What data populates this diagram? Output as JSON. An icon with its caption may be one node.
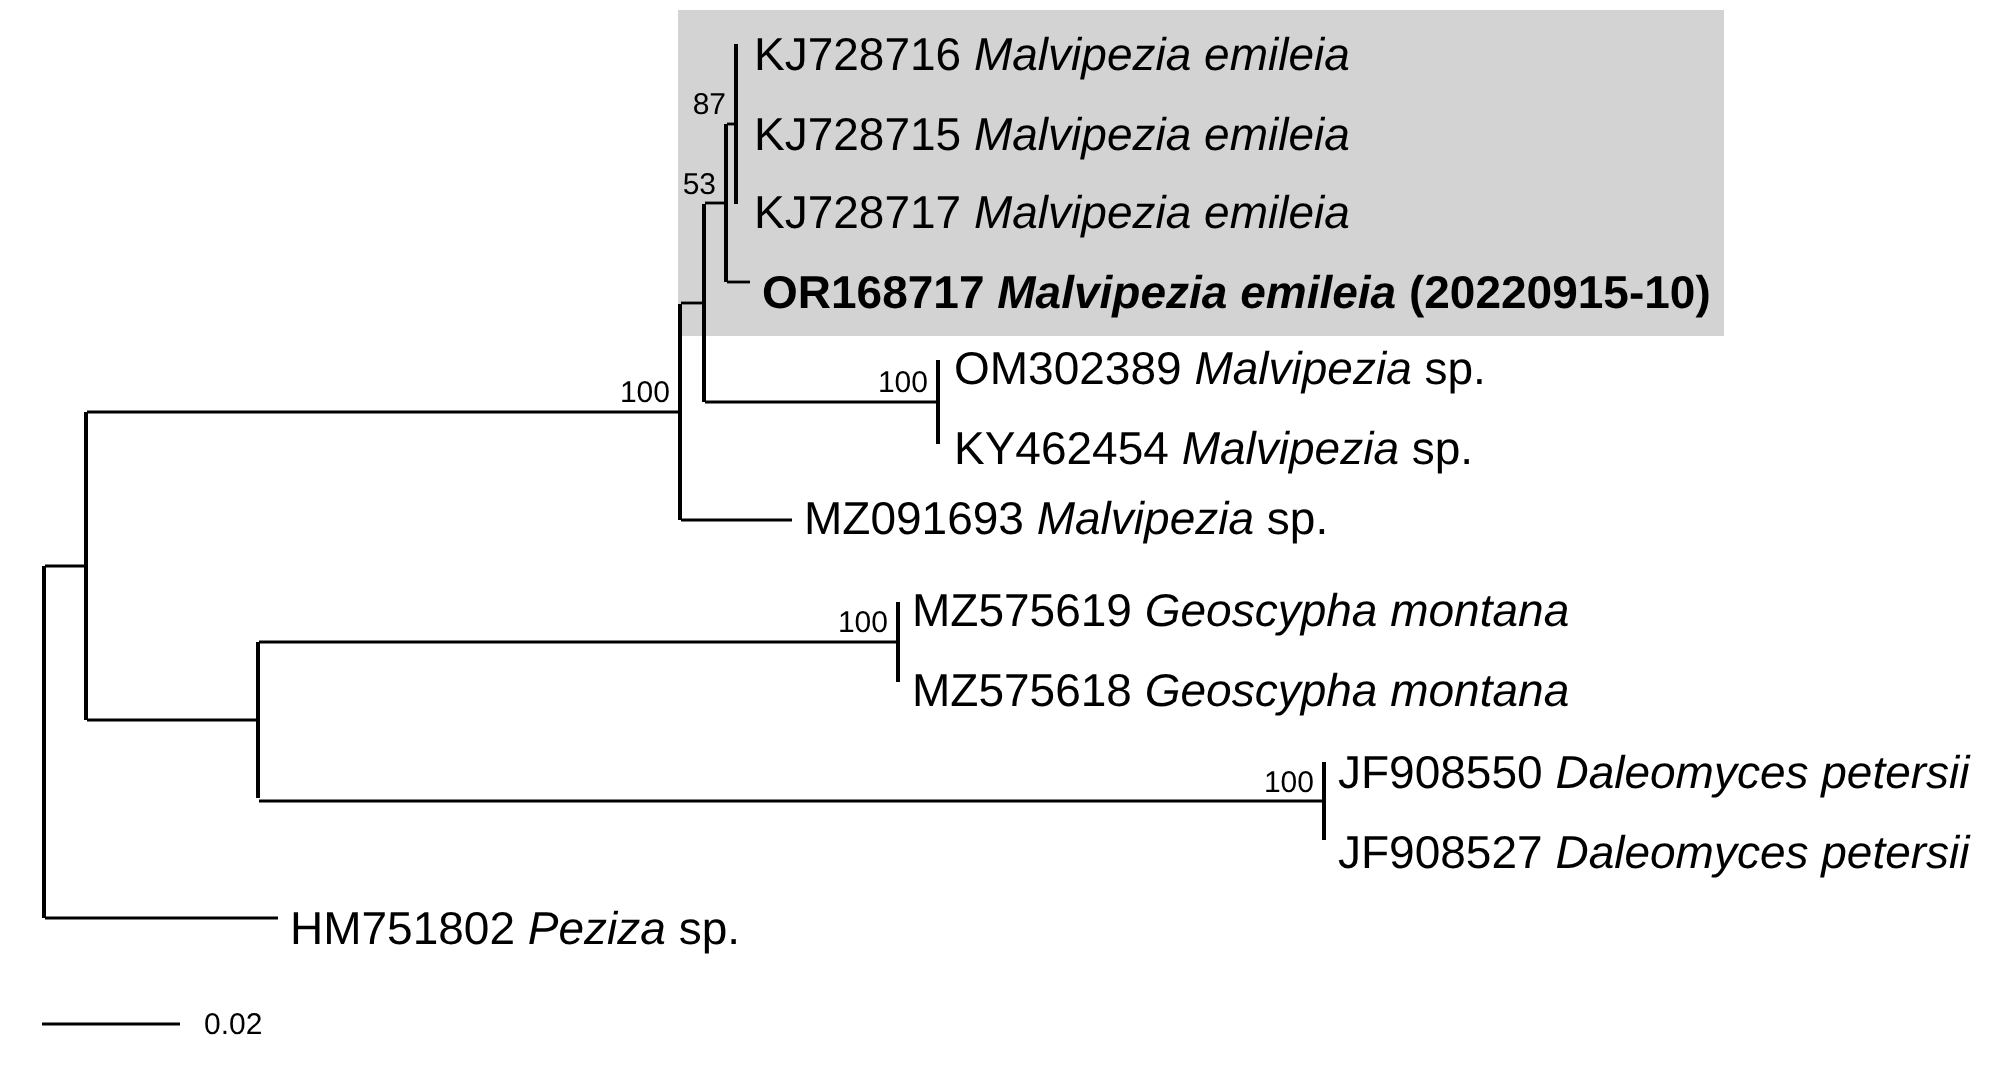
{
  "diagram": {
    "nodes": [
      {
        "text": [],
        "shape": "box"
      },
      {
        "text": [],
        "shape": "bar",
        "in": 0,
        "beside": [
          "87"
        ]
      },
      {
        "text": [
          "KJ728716 *Malvipezia emileia*"
        ],
        "in": 0
      },
      {
        "text": [
          "KJ728715 *Malvipezia emileia*"
        ],
        "in": 0
      },
      {
        "text": [],
        "shape": "bar",
        "in": 0,
        "beside": [
          "53"
        ]
      },
      {
        "text": [
          "KJ728717 *Malvipezia emileia*"
        ],
        "in": 0
      },
      {
        "text": [
          "OR168717 *Malvipezia emileia* (20220915-10)"
        ],
        "in": 0
      },
      {
        "text": [],
        "shape": "bar"
      },
      {
        "text": [],
        "shape": "bar",
        "beside": [
          "100"
        ]
      },
      {
        "text": [],
        "shape": "bar",
        "beside": [
          "100"
        ]
      },
      {
        "text": [
          "OM302389 *Malvipezia* sp."
        ]
      },
      {
        "text": [
          "KY462454 *Malvipezia* sp."
        ]
      },
      {
        "text": [
          "MZ091693 *Malvipezia* sp."
        ]
      },
      {
        "text": [],
        "shape": "bar"
      },
      {
        "text": [],
        "shape": "bar"
      },
      {
        "text": [],
        "shape": "bar"
      },
      {
        "text": [],
        "shape": "bar",
        "beside": [
          "100"
        ]
      },
      {
        "text": [
          "MZ575619 *Geoscypha montana*"
        ]
      },
      {
        "text": [
          "MZ575618 *Geoscypha montana*"
        ]
      },
      {
        "text": [],
        "shape": "bar",
        "beside": [
          "100"
        ]
      },
      {
        "text": [
          "JF908550 *Daleomyces petersii*"
        ]
      },
      {
        "text": [
          "JF908527 *Daleomyces petersii*"
        ]
      },
      {
        "text": [
          "HM751802 *Peziza* sp."
        ]
      }
    ],
    "edges": [
      {
        "from": 14,
        "to": 13,
        "arrow": "none"
      },
      {
        "from": 14,
        "to": 22,
        "arrow": "none"
      },
      {
        "from": 13,
        "to": 8,
        "arrow": "none"
      },
      {
        "from": 13,
        "to": 15,
        "arrow": "none"
      },
      {
        "from": 8,
        "to": 7,
        "arrow": "none"
      },
      {
        "from": 8,
        "to": 12,
        "arrow": "none"
      },
      {
        "from": 7,
        "to": 4,
        "arrow": "none"
      },
      {
        "from": 7,
        "to": 9,
        "arrow": "none"
      },
      {
        "from": 4,
        "to": 1,
        "arrow": "none"
      },
      {
        "from": 4,
        "to": 6,
        "arrow": "none"
      },
      {
        "from": 15,
        "to": 16,
        "arrow": "none"
      },
      {
        "from": 15,
        "to": 19,
        "arrow": "none"
      }
    ],
    "labels": [
      "0.02"
    ]
  }
}
